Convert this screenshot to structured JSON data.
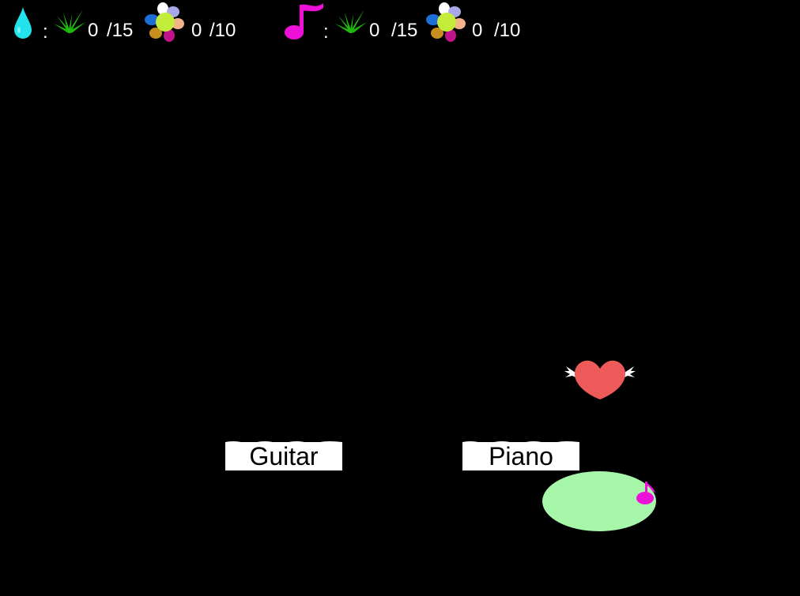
{
  "hud": {
    "water": {
      "icon": "water-drop-icon",
      "separator": ":",
      "grass_count": "0",
      "grass_total": "/15",
      "flower_count": "0",
      "flower_total": "/10"
    },
    "music": {
      "icon": "music-note-icon",
      "separator": ":",
      "grass_count": "0",
      "grass_total": "/15",
      "flower_count": "0",
      "flower_total": "/10"
    }
  },
  "buttons": {
    "guitar_label": "Guitar",
    "piano_label": "Piano"
  },
  "colors": {
    "background": "#000000",
    "water_drop": "#22e3ec",
    "music_note": "#ee10d8",
    "grass": "#1fb80f",
    "heart": "#ee5a5a",
    "pond": "#a6f7a9",
    "button_bg": "#ffffff"
  }
}
